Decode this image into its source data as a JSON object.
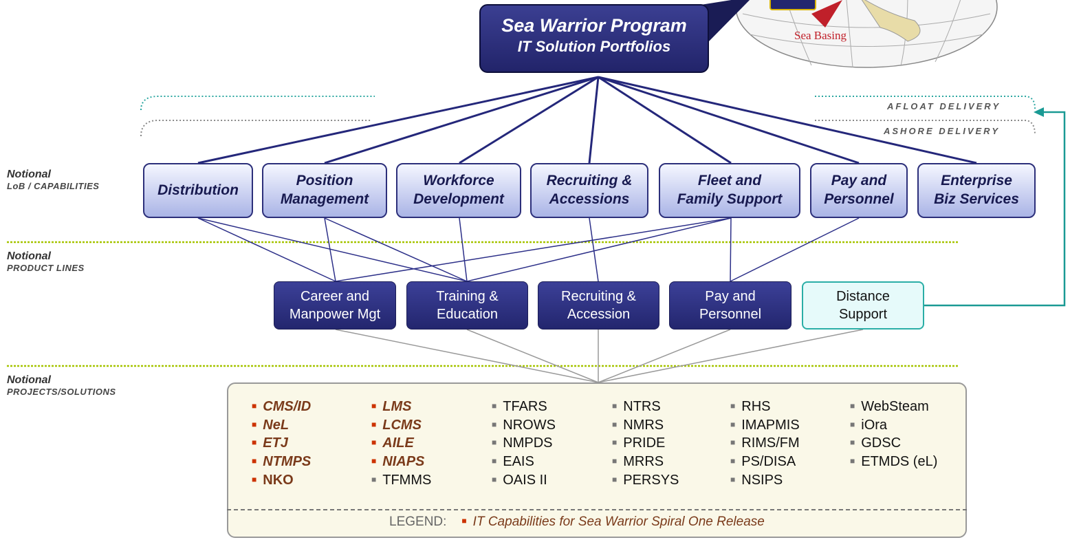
{
  "header": {
    "title_line1": "Sea Warrior Program",
    "title_line2": "IT Solution Portfolios"
  },
  "globe": {
    "label": "Sea Basing"
  },
  "delivery": {
    "afloat": "AFLOAT DELIVERY",
    "ashore": "ASHORE DELIVERY"
  },
  "side_labels": {
    "capabilities": {
      "line1": "Notional",
      "line2": "LoB / CAPABILITIES"
    },
    "product_lines": {
      "line1": "Notional",
      "line2": "PRODUCT LINES"
    },
    "projects": {
      "line1": "Notional",
      "line2": "PROJECTS/SOLUTIONS"
    }
  },
  "capabilities": [
    {
      "line1": "Distribution",
      "line2": ""
    },
    {
      "line1": "Position",
      "line2": "Management"
    },
    {
      "line1": "Workforce",
      "line2": "Development"
    },
    {
      "line1": "Recruiting &",
      "line2": "Accessions"
    },
    {
      "line1": "Fleet and",
      "line2": "Family Support"
    },
    {
      "line1": "Pay and",
      "line2": "Personnel"
    },
    {
      "line1": "Enterprise",
      "line2": "Biz Services"
    }
  ],
  "product_lines": [
    {
      "line1": "Career and",
      "line2": "Manpower Mgt"
    },
    {
      "line1": "Training &",
      "line2": "Education"
    },
    {
      "line1": "Recruiting &",
      "line2": "Accession"
    },
    {
      "line1": "Pay and",
      "line2": "Personnel"
    },
    {
      "line1": "Distance",
      "line2": "Support"
    }
  ],
  "projects": {
    "col1": [
      "CMS/ID",
      "NeL",
      "ETJ",
      "NTMPS",
      "NKO"
    ],
    "col2": [
      "LMS",
      "LCMS",
      "AILE",
      "NIAPS",
      "TFMMS"
    ],
    "col3": [
      "TFARS",
      "NROWS",
      "NMPDS",
      "EAIS",
      "OAIS II"
    ],
    "col4": [
      "NTRS",
      "NMRS",
      "PRIDE",
      "MRRS",
      "PERSYS"
    ],
    "col5": [
      "RHS",
      "IMAPMIS",
      "RIMS/FM",
      "PS/DISA",
      "NSIPS"
    ],
    "col6": [
      "WebSteam",
      "iOra",
      "GDSC",
      "ETMDS (eL)"
    ]
  },
  "legend": {
    "label": "LEGEND:",
    "text": "IT Capabilities for Sea Warrior Spiral One Release"
  },
  "colors": {
    "navy": "#23266e",
    "highlight": "#7a3a1a",
    "bullet_highlight": "#cc3300",
    "teal": "#2aaea6"
  }
}
